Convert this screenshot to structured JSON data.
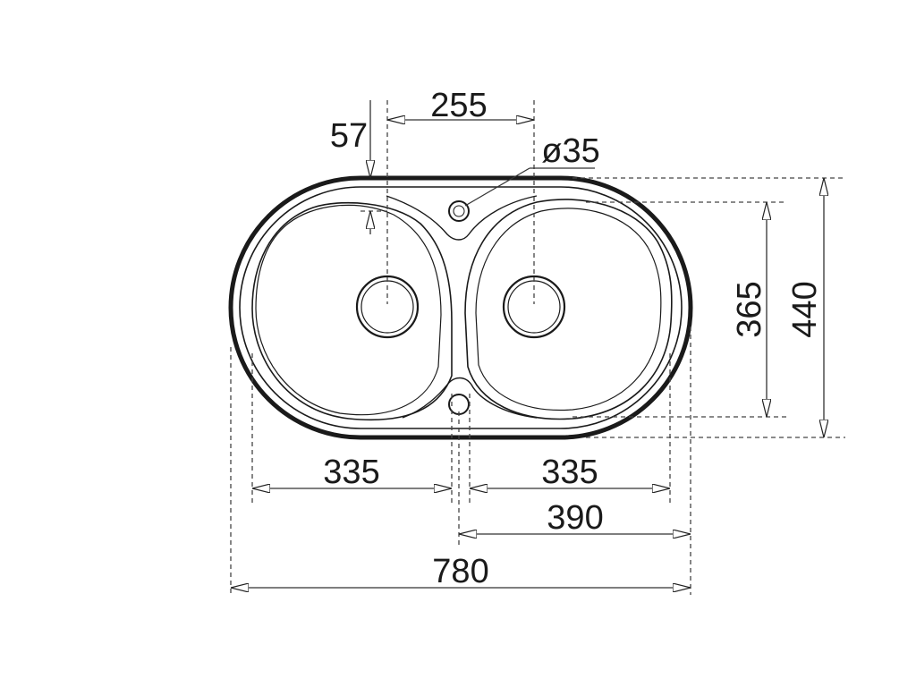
{
  "drawing": {
    "dimensions": {
      "bowl_spacing": "255",
      "rim_offset": "57",
      "hole_diameter": "ø35",
      "bowl_depth": "365",
      "total_depth": "440",
      "left_bowl_width": "335",
      "right_bowl_width": "335",
      "right_section_width": "390",
      "total_width": "780"
    }
  }
}
